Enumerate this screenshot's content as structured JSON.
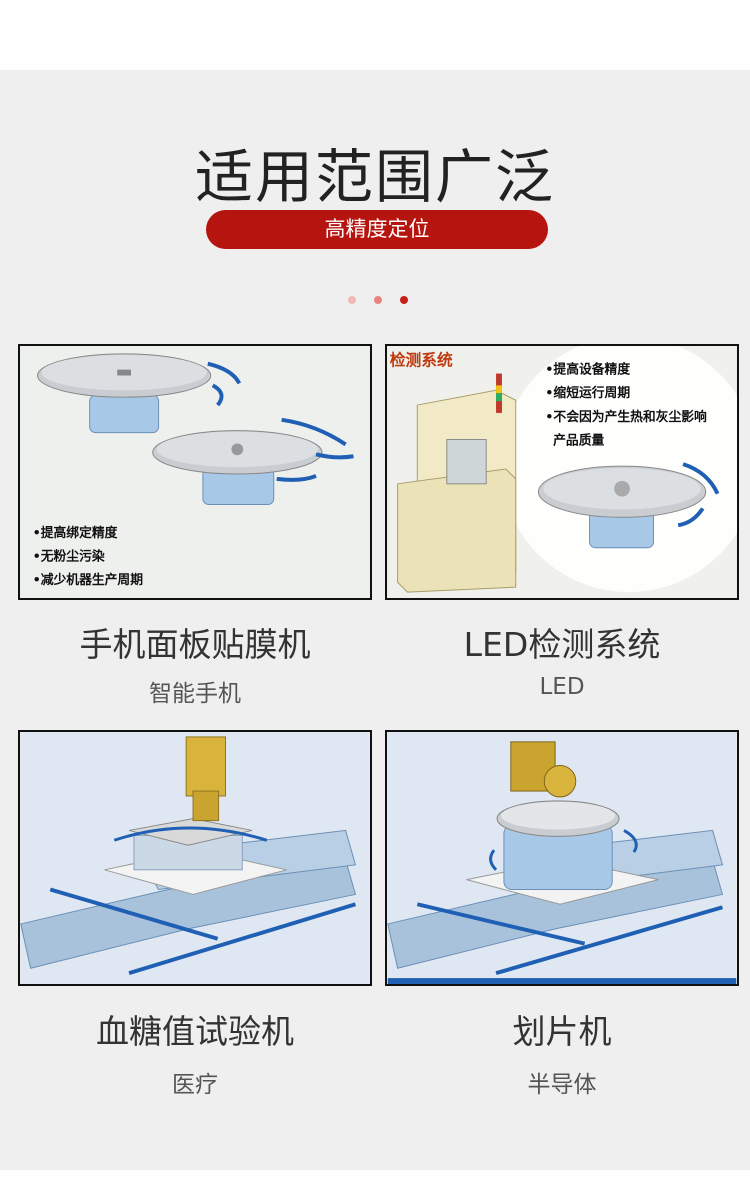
{
  "header": {
    "title": "适用范围广泛",
    "badge": "高精度定位"
  },
  "carousel": {
    "dots": 3,
    "active": 3
  },
  "cards": [
    {
      "caption": "手机面板贴膜机",
      "sub": "智能手机",
      "bullets": [
        "•提高绑定精度",
        "•无粉尘污染",
        "•减少机器生产周期"
      ]
    },
    {
      "caption": "LED检测系统",
      "sub": "LED",
      "image_label": "检测系统",
      "bullets": [
        "•提高设备精度",
        "•缩短运行周期",
        "•不会因为产生热和灰尘影响",
        "产品质量"
      ]
    },
    {
      "caption": "血糖值试验机",
      "sub": "医疗"
    },
    {
      "caption": "划片机",
      "sub": "半导体"
    }
  ],
  "colors": {
    "accent": "#b5140f",
    "arrow": "#1f5fb4",
    "table": "#8fb2d6"
  }
}
